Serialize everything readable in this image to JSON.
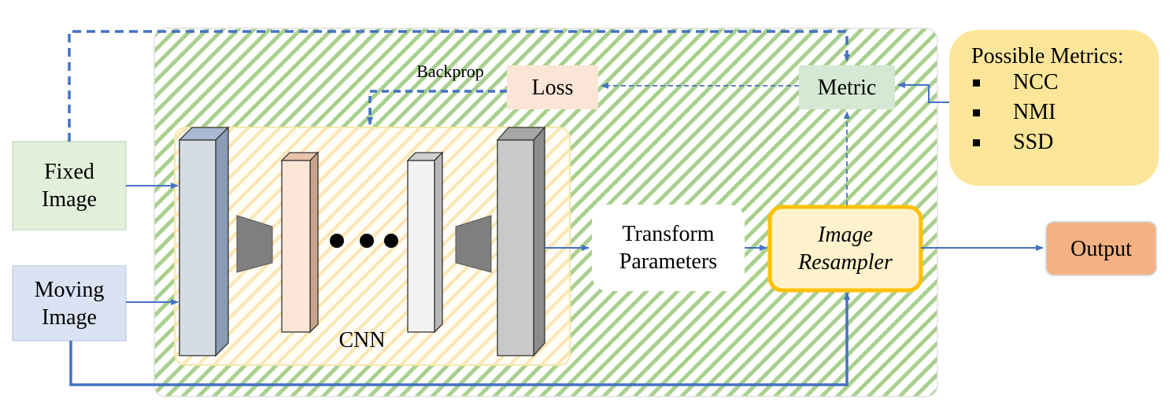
{
  "inputs": {
    "fixed": [
      "Fixed",
      "Image"
    ],
    "moving": [
      "Moving",
      "Image"
    ]
  },
  "network": {
    "label": "CNN"
  },
  "loss": {
    "label": "Loss",
    "backprop": "Backprop"
  },
  "metric": {
    "label": "Metric"
  },
  "transform": [
    "Transform",
    "Parameters"
  ],
  "resampler": [
    "Image",
    "Resampler"
  ],
  "output": {
    "label": "Output"
  },
  "metrics_panel": {
    "title": "Possible Metrics:",
    "items": [
      "NCC",
      "NMI",
      "SSD"
    ]
  },
  "colors": {
    "fixed_fill": "#e2efda",
    "moving_fill": "#dae3f3",
    "loss_fill": "#fbe5d6",
    "metric_fill": "#d5e8d4",
    "output_fill": "#f4b183",
    "resampler_border": "#ffc000",
    "resampler_fill": "#fff2cc",
    "arrow": "#4472c4",
    "hatch": "#a9d08e",
    "metrics_panel": "#fde699"
  }
}
